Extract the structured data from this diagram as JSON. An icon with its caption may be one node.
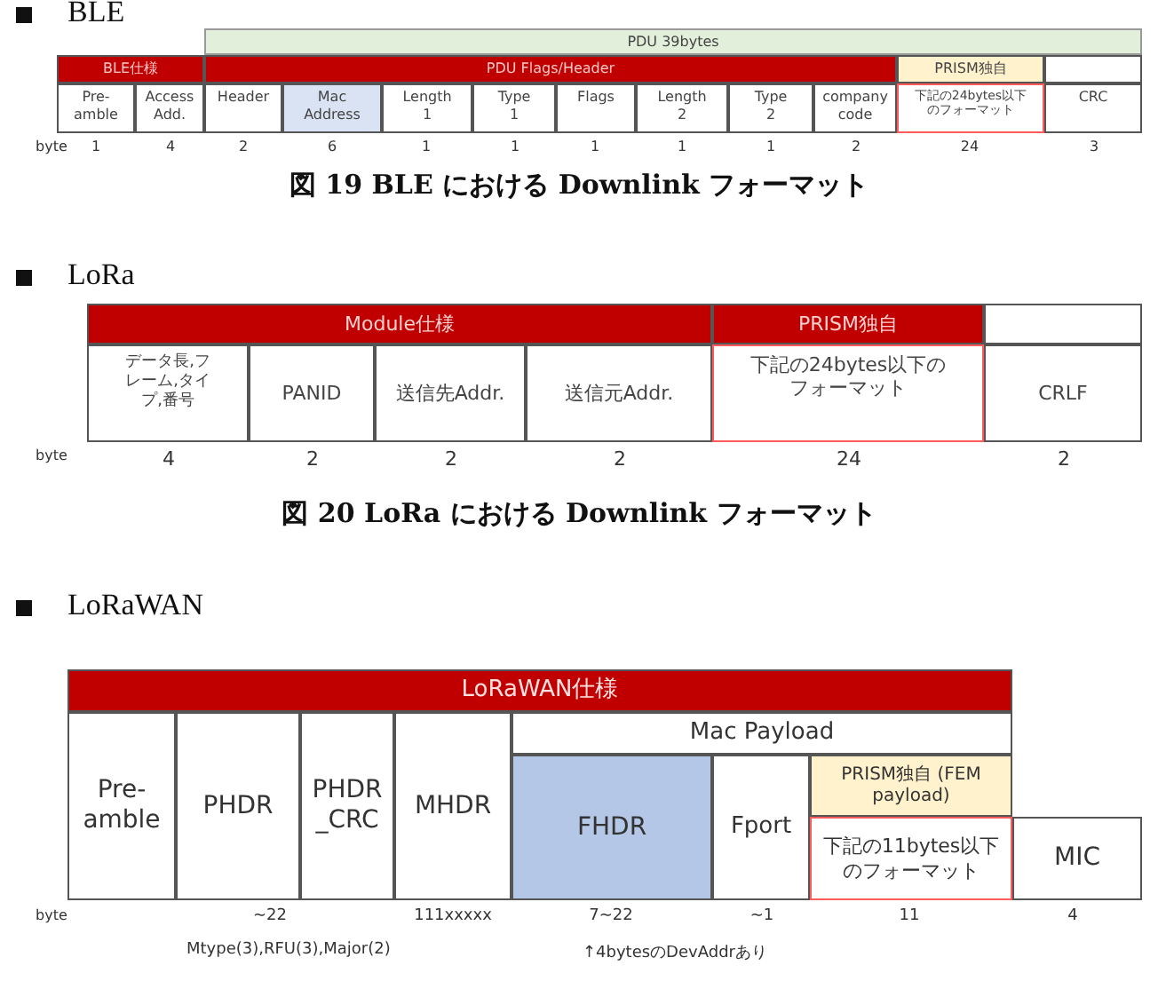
{
  "diagram": {
    "nodes": [
      {
        "text": [
          "PDU 39bytes"
        ]
      },
      {
        "text": [
          "BLE仕様"
        ]
      },
      {
        "text": [
          "PDU Flags/Header"
        ]
      },
      {
        "text": [
          "PRISM独自"
        ]
      },
      {
        "text": [],
        "shape": "box"
      },
      {
        "text": [
          "Pre- amble"
        ]
      },
      {
        "text": [
          "Access Add."
        ]
      },
      {
        "text": [
          "Header"
        ]
      },
      {
        "text": [
          "Mac Address"
        ]
      },
      {
        "text": [
          "Length 1"
        ]
      },
      {
        "text": [
          "Type 1"
        ]
      },
      {
        "text": [
          "Flags"
        ]
      },
      {
        "text": [
          "Length 2"
        ]
      },
      {
        "text": [
          "Type 2"
        ]
      },
      {
        "text": [
          "company code"
        ]
      },
      {
        "text": [
          "下記の24bytes以下のフォーマット"
        ]
      },
      {
        "text": [
          "CRC"
        ]
      },
      {
        "text": [
          "Module仕様"
        ]
      },
      {
        "text": [
          "PRISM独自"
        ]
      },
      {
        "text": [],
        "shape": "box"
      },
      {
        "text": [
          "データ長,フレーム,タイプ,番号"
        ]
      },
      {
        "text": [
          "PANID"
        ]
      },
      {
        "text": [
          "送信先Addr."
        ]
      },
      {
        "text": [
          "送信元Addr."
        ]
      },
      {
        "text": [
          "下記の24bytes以下のフォーマット"
        ]
      },
      {
        "text": [
          "CRLF"
        ]
      },
      {
        "text": [
          "LoRaWAN仕様"
        ]
      },
      {
        "text": [
          "Pre- amble"
        ]
      },
      {
        "text": [
          "PHDR"
        ]
      },
      {
        "text": [
          "PHDR _CRC"
        ]
      },
      {
        "text": [
          "MHDR"
        ]
      },
      {
        "text": [
          "Mac Payload"
        ]
      },
      {
        "text": [
          "FHDR"
        ]
      },
      {
        "text": [
          "Fport"
        ]
      },
      {
        "text": [
          "PRISM独自 (FEM payload)"
        ]
      },
      {
        "text": [
          "下記の11bytes以下のフォーマット"
        ]
      },
      {
        "text": [
          "MIC"
        ]
      }
    ],
    "labels": [
      "BLE",
      "byte",
      "1",
      "4",
      "2",
      "6",
      "1",
      "1",
      "1",
      "1",
      "1",
      "2",
      "24",
      "3",
      "図 19 BLE における Downlink フォーマット",
      "LoRa",
      "byte",
      "4",
      "2",
      "2",
      "2",
      "24",
      "2",
      "図 20 LoRa における Downlink フォーマット",
      "LoRaWAN",
      "byte",
      "~22",
      "111xxxxx",
      "7~22",
      "~1",
      "11",
      "4",
      "Mtype(3),RFU(3),Major(2)",
      "↑4bytesのDevAddrあり"
    ]
  }
}
